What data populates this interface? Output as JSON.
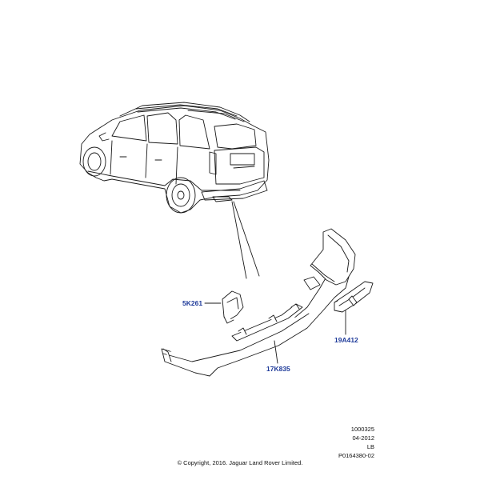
{
  "callouts": {
    "bracket": "5K261",
    "bumper_cover": "17K835",
    "trim_cover": "19A412"
  },
  "meta": {
    "illustration_id": "1000325",
    "date": "04-2012",
    "variant": "LB",
    "part_ref": "P0164380-02"
  },
  "copyright": "© Copyright, 2016. Jaguar Land Rover Limited.",
  "colors": {
    "line": "#1a1a1a",
    "callout": "#1f3b9a",
    "part_fill": "#ffffff"
  }
}
